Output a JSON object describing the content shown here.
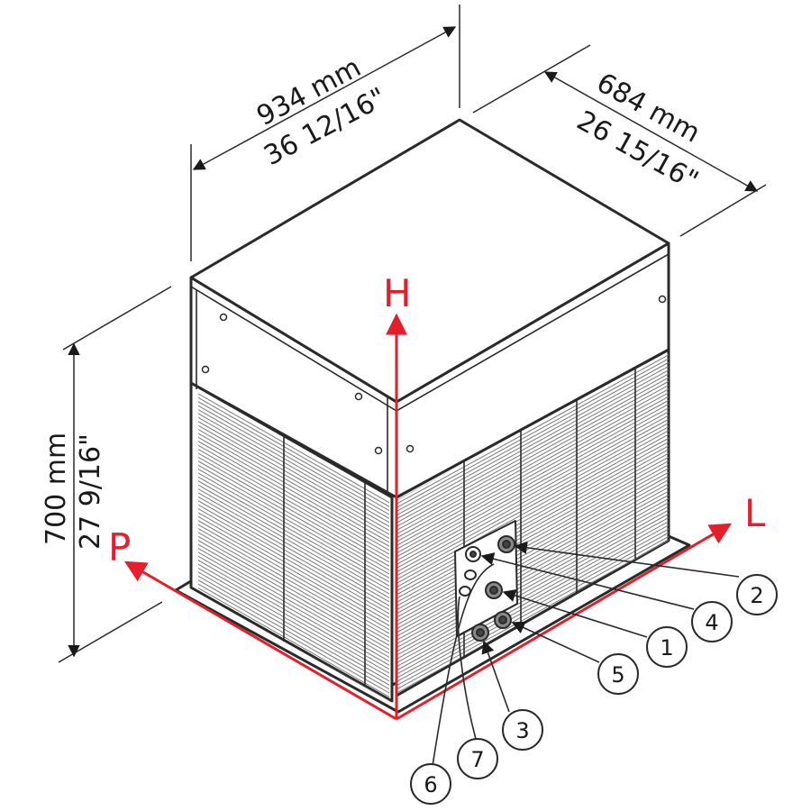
{
  "dimensions": {
    "width": {
      "metric": "934 mm",
      "imperial": "36 12/16\""
    },
    "depth": {
      "metric": "684 mm",
      "imperial": "26 15/16\""
    },
    "height": {
      "metric": "700 mm",
      "imperial": "27 9/16\""
    }
  },
  "axes": {
    "height": "H",
    "length": "L",
    "depth": "P"
  },
  "callouts": [
    "1",
    "2",
    "3",
    "4",
    "5",
    "6",
    "7"
  ],
  "colors": {
    "axis": "#e41e2b",
    "line": "#2a2a2a"
  }
}
